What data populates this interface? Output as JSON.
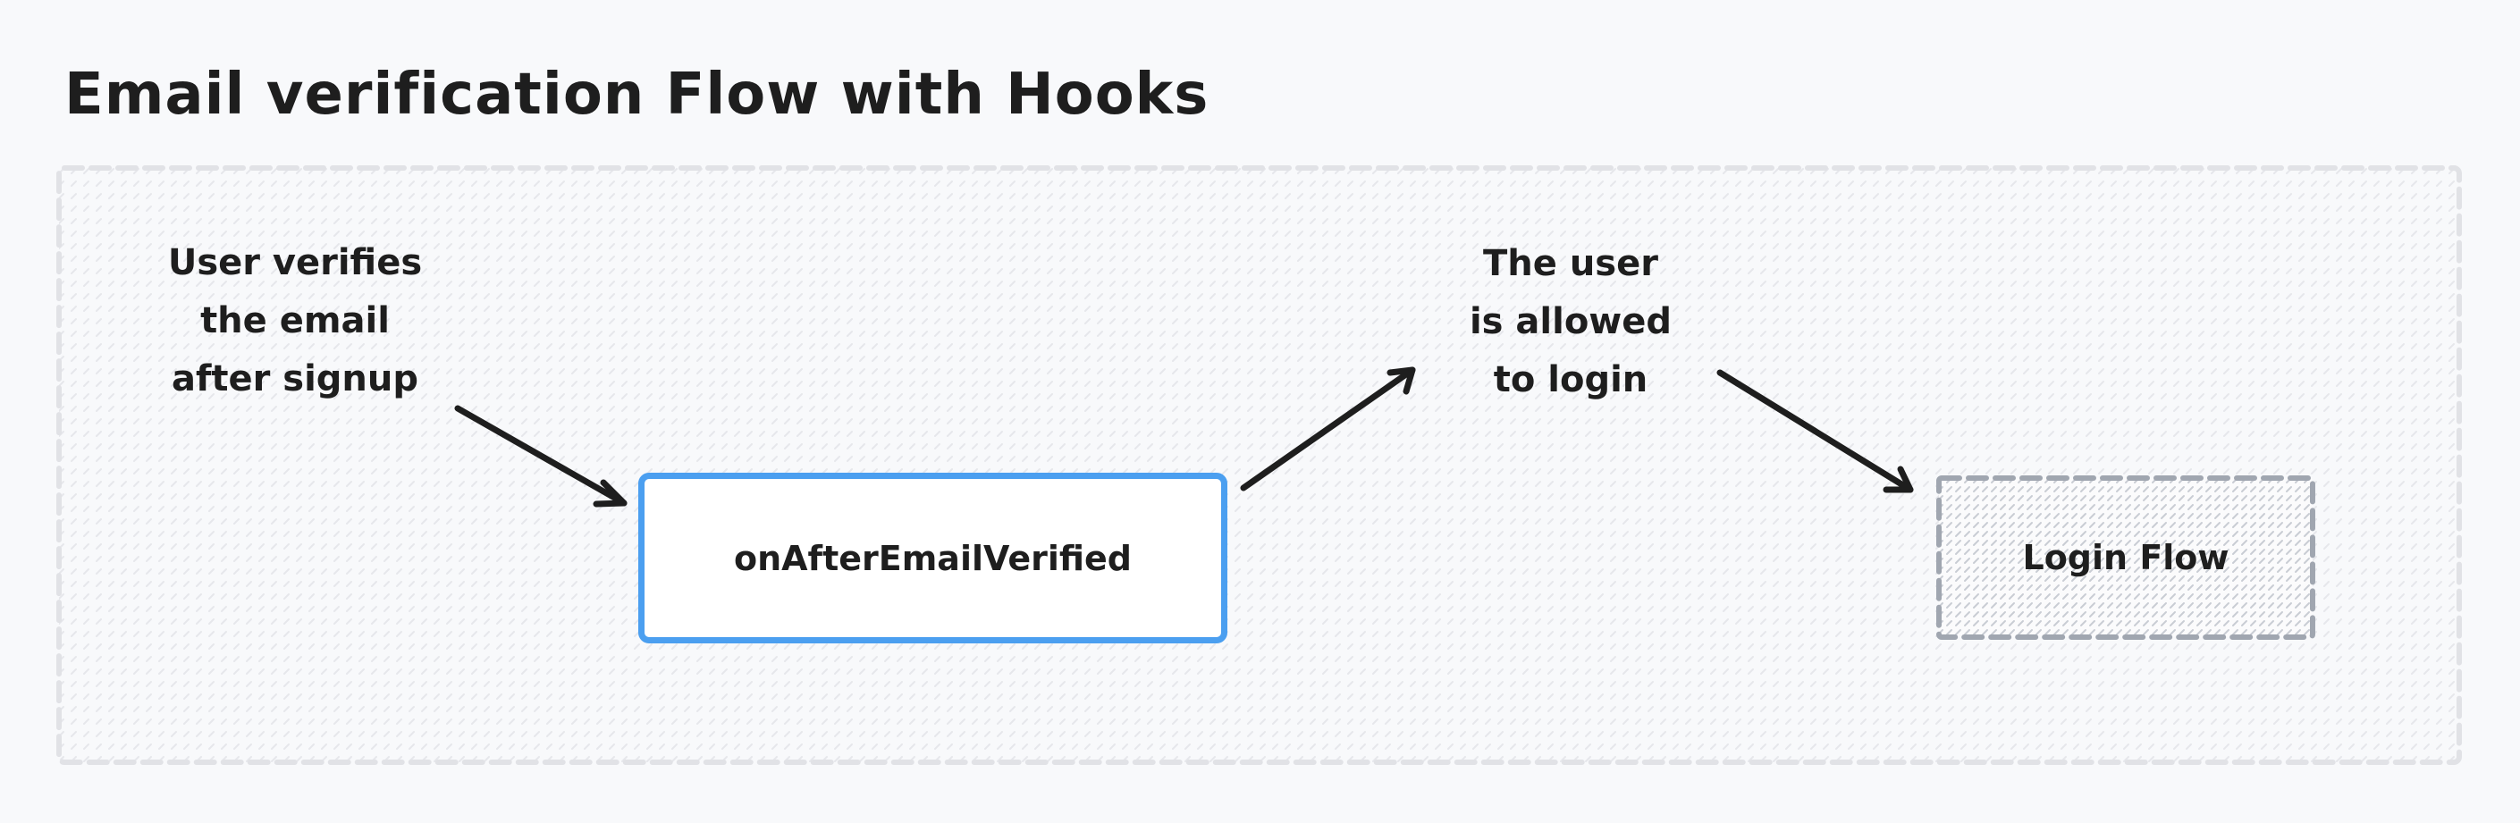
{
  "title": "Email verification Flow with Hooks",
  "diagram": {
    "group_label": "",
    "nodes": [
      {
        "id": "start",
        "type": "text",
        "text": "User verifies\nthe email\nafter signup"
      },
      {
        "id": "hook",
        "type": "box",
        "text": "onAfterEmailVerified",
        "border_color": "#4b9ff0"
      },
      {
        "id": "allowed",
        "type": "text",
        "text": "The user\nis allowed\nto login"
      },
      {
        "id": "login",
        "type": "dashed-box",
        "text": "Login Flow",
        "border_color": "#a0a6b0"
      }
    ],
    "edges": [
      {
        "from": "start",
        "to": "hook"
      },
      {
        "from": "hook",
        "to": "allowed"
      },
      {
        "from": "allowed",
        "to": "login"
      }
    ]
  },
  "colors": {
    "background": "#f8f9fb",
    "text": "#1e1e1e",
    "container_border": "#e1e2e6",
    "hook_border": "#4b9ff0",
    "login_border": "#a0a6b0"
  }
}
